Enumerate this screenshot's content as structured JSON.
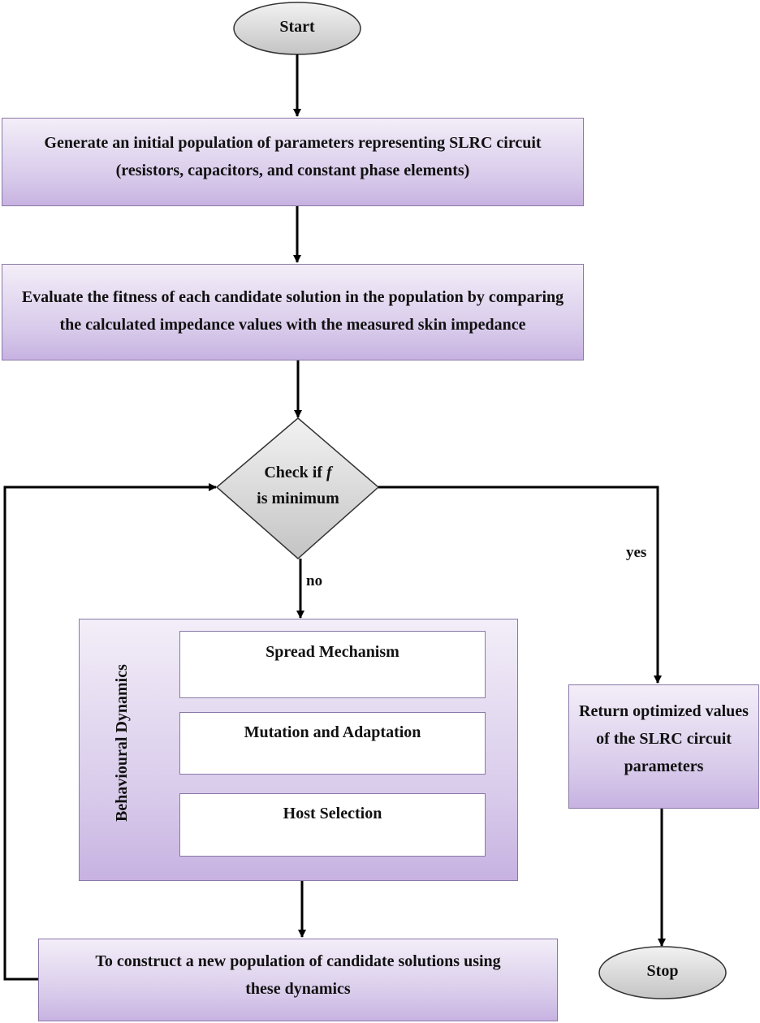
{
  "diagram": {
    "type": "flowchart",
    "start": {
      "label": "Start"
    },
    "step1": {
      "label": "Generate an initial population of parameters representing SLRC circuit (resistors, capacitors, and constant phase elements)"
    },
    "step2": {
      "label": "Evaluate the fitness of each candidate solution in the population by comparing the calculated impedance values with the measured skin impedance"
    },
    "decision": {
      "line1": "Check if ",
      "symbol": "f",
      "line2": "is minimum"
    },
    "edge_labels": {
      "no": "no",
      "yes": "yes"
    },
    "dynamics_group": {
      "title": "Behavioural Dynamics",
      "items": [
        {
          "label": "Spread Mechanism"
        },
        {
          "label": "Mutation and Adaptation"
        },
        {
          "label": "Host Selection"
        }
      ]
    },
    "construct": {
      "label": "To construct a new population of candidate solutions using these dynamics"
    },
    "result": {
      "label": "Return optimized values of the SLRC circuit parameters"
    },
    "stop": {
      "label": "Stop"
    },
    "colors": {
      "process_fill_top": "#f3eef8",
      "process_fill_bottom": "#c7b2e1",
      "process_border": "#8a78a8",
      "terminal_fill": "#d9d9d9",
      "decision_fill": "#cfcfcf",
      "connector": "#000000"
    }
  }
}
